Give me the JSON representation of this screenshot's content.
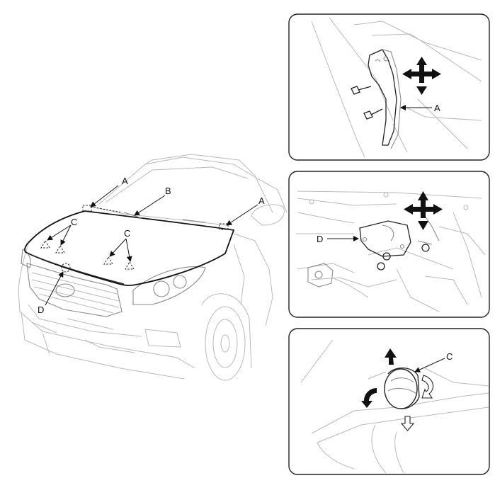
{
  "callouts": {
    "A": "A",
    "B": "B",
    "C": "C",
    "D": "D"
  },
  "colors": {
    "line": "#222222",
    "light_line": "#b9b9b9",
    "background": "#ffffff"
  },
  "icons": [
    "four-way-arrow-icon",
    "rotate-arrow-icon",
    "up-arrow-icon",
    "down-arrow-icon"
  ]
}
